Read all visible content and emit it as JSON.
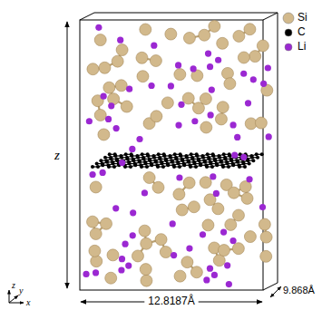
{
  "diagram": {
    "labels": [
      "z",
      "12.8187Å",
      "9.868Å",
      "z",
      "y",
      "x"
    ],
    "legend": [
      {
        "text": "Si",
        "color": "#d2b98c"
      },
      {
        "text": "C",
        "color": "#000000"
      },
      {
        "text": "Li",
        "color": "#9b28d2"
      }
    ]
  }
}
